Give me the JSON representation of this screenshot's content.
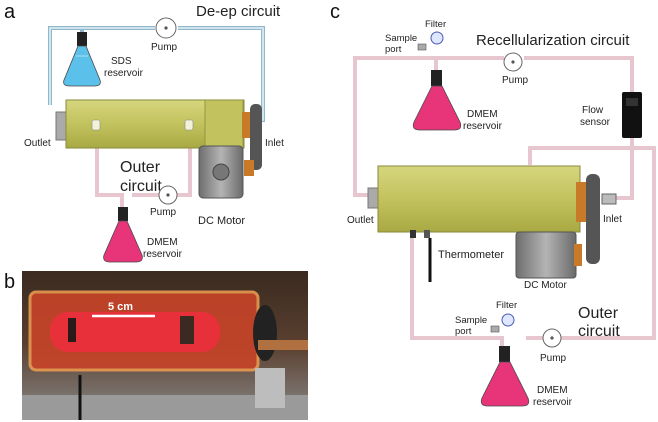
{
  "panels": {
    "a": {
      "letter": "a",
      "title": "De-ep circuit",
      "pump_top": "Pump",
      "sds_reservoir": [
        "SDS",
        "reservoir"
      ],
      "outlet": "Outlet",
      "inlet": "Inlet",
      "outer_circuit": [
        "Outer",
        "circuit"
      ],
      "pump_bottom": "Pump",
      "dc_motor": "DC Motor",
      "dmem_reservoir": [
        "DMEM",
        "reservoir"
      ]
    },
    "b": {
      "letter": "b",
      "scale_bar": "5 cm"
    },
    "c": {
      "letter": "c",
      "title": "Recellularization circuit",
      "filter_top": "Filter",
      "sample_port_top": [
        "Sample",
        "port"
      ],
      "pump_top": "Pump",
      "dmem_reservoir_top": [
        "DMEM",
        "reservoir"
      ],
      "flow_sensor": [
        "Flow",
        "sensor"
      ],
      "outlet": "Outlet",
      "inlet": "Inlet",
      "thermometer": "Thermometer",
      "dc_motor": "DC Motor",
      "filter_bottom": "Filter",
      "sample_port_bottom": [
        "Sample",
        "port"
      ],
      "outer_circuit": [
        "Outer",
        "circuit"
      ],
      "pump_bottom": "Pump",
      "dmem_reservoir_bottom": [
        "DMEM",
        "reservoir"
      ]
    }
  },
  "colors": {
    "tube_blue": "#8fb8cc",
    "tube_pink": "#e8c6cf",
    "chamber": "#c8c86a",
    "chamber_dark": "#a8a84a",
    "dmem": "#e8357a",
    "sds": "#5bc0ea",
    "motor": "#8a8a8a",
    "gear": "#c87a28"
  }
}
